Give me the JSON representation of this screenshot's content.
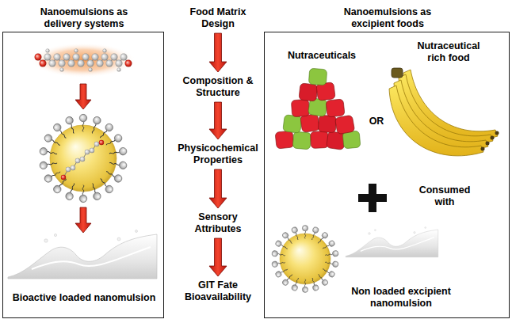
{
  "diagram": {
    "nodes": [
      {
        "text": [
          "Nanoemulsions as delivery systems",
          "Bioactive loaded nanomulsion"
        ]
      },
      {
        "text": [
          "Food Matrix Design"
        ]
      },
      {
        "text": [
          "Composition & Structure"
        ]
      },
      {
        "text": [
          "Physicochemical Properties"
        ]
      },
      {
        "text": [
          "Sensory Attributes"
        ]
      },
      {
        "text": [
          "GIT Fate Bioavailability"
        ]
      },
      {
        "text": [
          "Nanoemulsions as excipient foods",
          "Nutraceuticals",
          "Nutraceutical rich food",
          "OR",
          "Consumed with",
          "Non loaded excipient nanomulsion"
        ]
      }
    ],
    "edges": [
      {
        "from": 1,
        "to": 2,
        "arrow": "to"
      },
      {
        "from": 2,
        "to": 3,
        "arrow": "to"
      },
      {
        "from": 3,
        "to": 4,
        "arrow": "to"
      },
      {
        "from": 4,
        "to": 5,
        "arrow": "to"
      }
    ]
  }
}
